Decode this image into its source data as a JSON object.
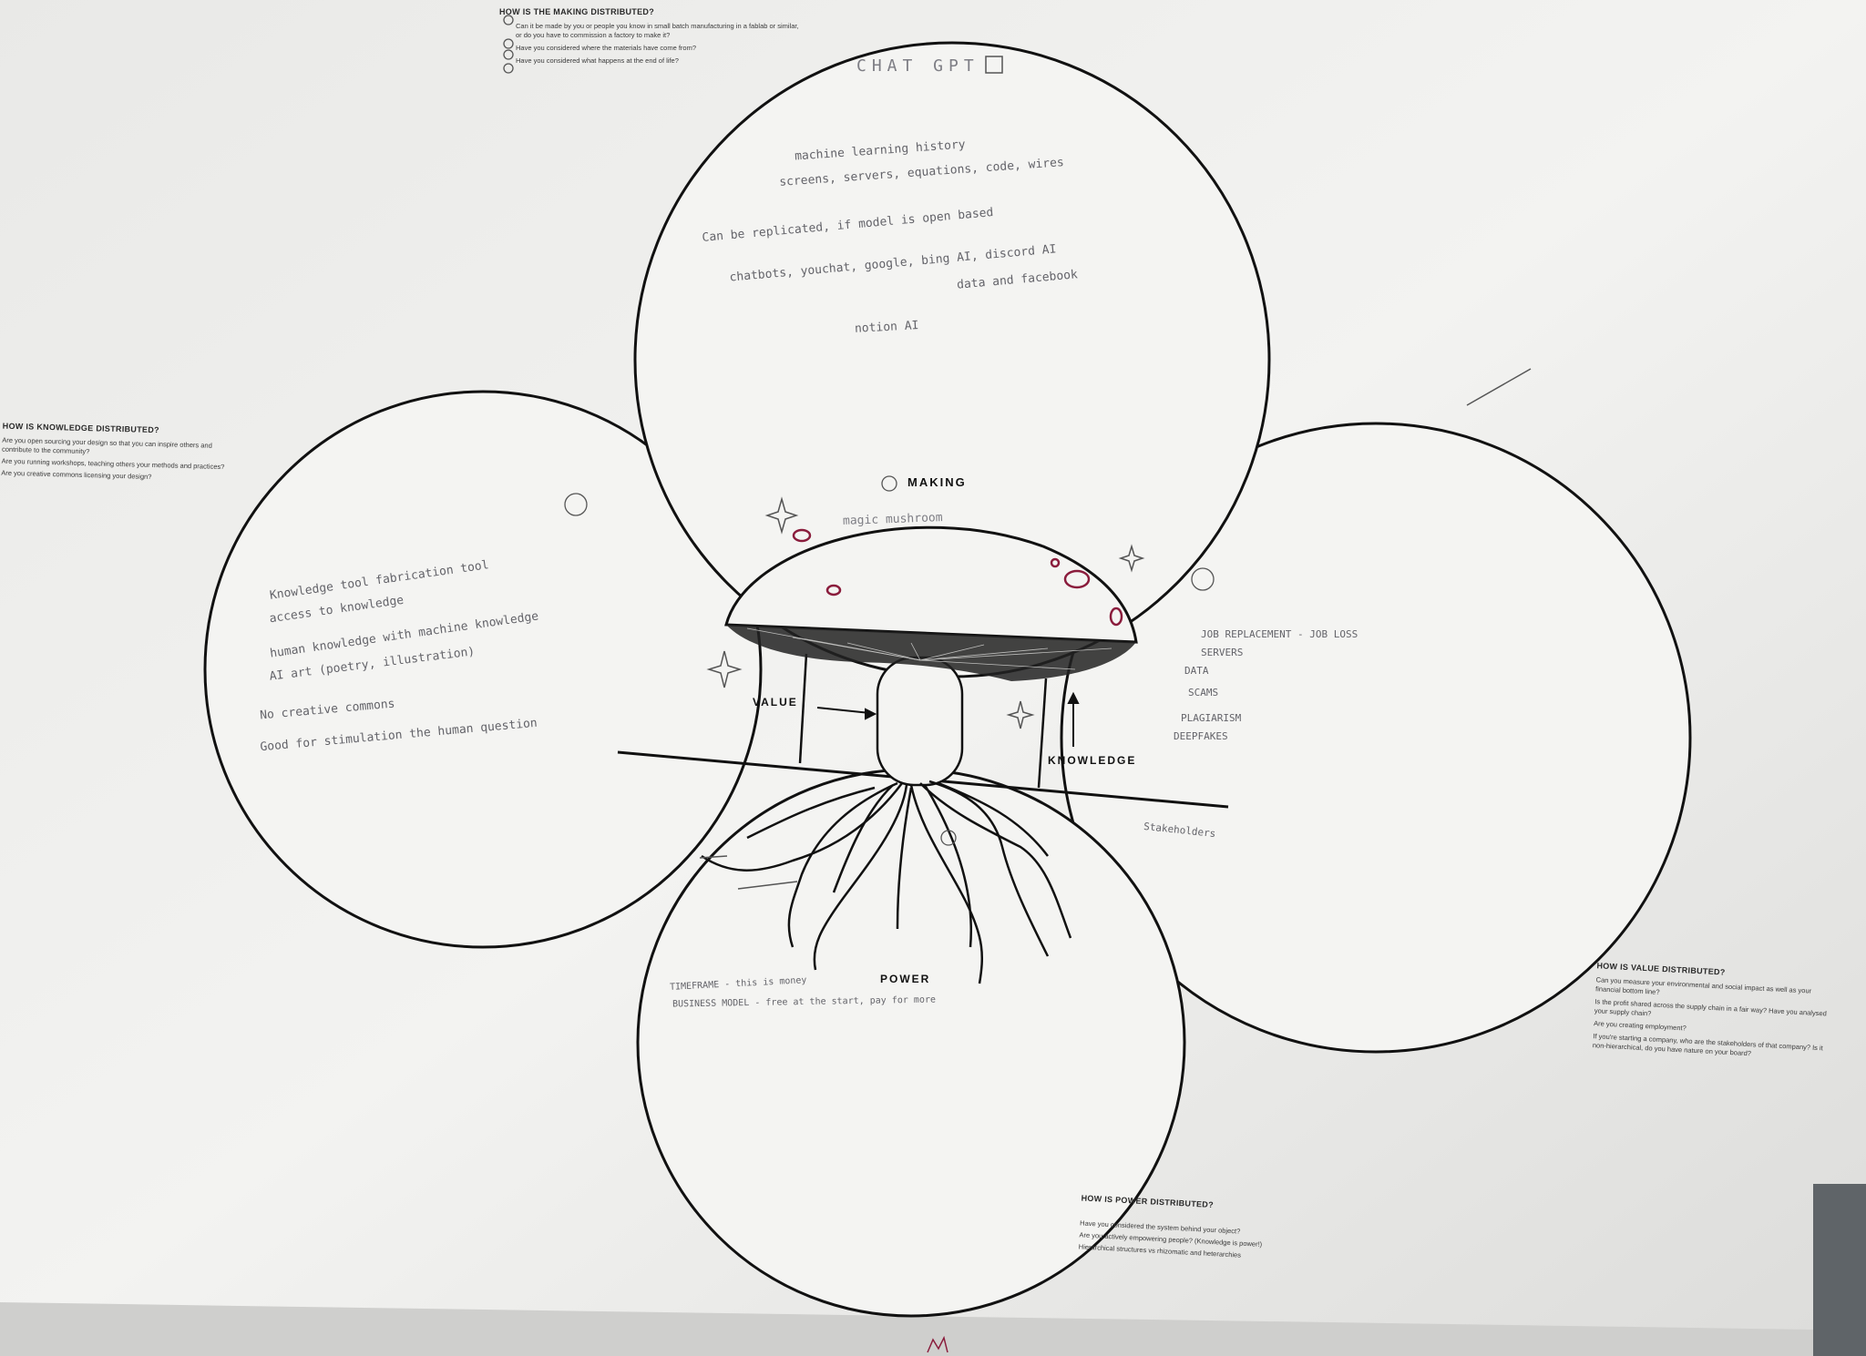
{
  "making": {
    "title": "HOW IS THE MAKING DISTRIBUTED?",
    "q1": "Can it be made by you or people you know in small batch manufacturing in a fablab or similar, or do you have to commission a factory to make it?",
    "q2": "Have you considered where the materials have come from?",
    "q3": "Have you considered what happens at the end of life?"
  },
  "knowledge": {
    "title": "HOW IS KNOWLEDGE DISTRIBUTED?",
    "q1": "Are you open sourcing your design so that you can inspire others and contribute to the community?",
    "q2": "Are you running workshops, teaching others your methods and practices?",
    "q3": "Are you creative commons licensing your design?"
  },
  "value": {
    "title": "HOW IS VALUE DISTRIBUTED?",
    "q1": "Can you measure your environmental and social impact as well as your financial bottom line?",
    "q2": "Is the profit shared across the supply chain in a fair way? Have you analysed your supply chain?",
    "q3": "Are you creating employment?",
    "q4": "If you're starting a company, who are the stakeholders of that company? Is it non-hierarchical, do you have nature on your board?"
  },
  "power": {
    "title": "HOW IS POWER DISTRIBUTED?",
    "q1": "Have you considered the system behind your object?",
    "q2": "Are you actively empowering people? (Knowledge is power!)",
    "q3": "Hierarchical structures vs rhizomatic and heterarchies"
  },
  "diagram_labels": {
    "making": "MAKING",
    "value": "VALUE",
    "knowledge": "KNOWLEDGE",
    "power": "POWER"
  },
  "handwriting": {
    "chat_gpt": "CHAT GPT",
    "magic_mushroom": "magic mushroom",
    "notion_ai": "notion AI",
    "making_1": "machine learning history",
    "making_2": "screens, servers, equations, code, wires",
    "making_3": "Can be replicated, if model is open based",
    "making_4": "chatbots, youchat, google, bing AI, discord AI",
    "making_5": "data and facebook",
    "knowledge_1": "Knowledge tool fabrication tool",
    "knowledge_2": "access to knowledge",
    "knowledge_3": "human knowledge with machine knowledge",
    "knowledge_4": "AI art (poetry, illustration)",
    "knowledge_5": "No creative commons",
    "knowledge_6": "Good for stimulation the human question",
    "value_1": "JOB REPLACEMENT - JOB LOSS",
    "value_2": "SERVERS",
    "value_3": "DATA",
    "value_4": "SCAMS",
    "value_5": "PLAGIARISM",
    "value_6": "DEEPFAKES",
    "stakeholders": "Stakeholders",
    "power_1": "TIMEFRAME - this is money",
    "power_2": "BUSINESS MODEL - free at the start, pay for more"
  },
  "colors": {
    "paper": "#f1f1ef",
    "wall": "#5f6468",
    "ink": "#111111",
    "maroon": "#8a1c3c"
  }
}
